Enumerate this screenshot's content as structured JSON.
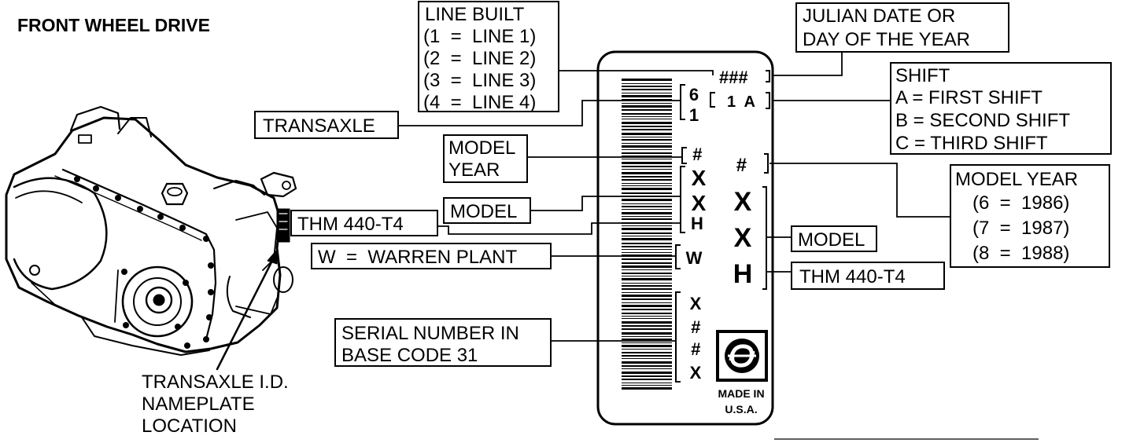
{
  "heading": "FRONT WHEEL DRIVE",
  "callouts": {
    "line_built": {
      "title": "LINE BUILT",
      "lines": [
        "(1  =  LINE 1)",
        "(2  =  LINE 2)",
        "(3  =  LINE 3)",
        "(4  =  LINE 4)"
      ]
    },
    "julian_date": {
      "lines": [
        "JULIAN DATE OR",
        "DAY OF THE YEAR"
      ]
    },
    "shift": {
      "title": "SHIFT",
      "lines": [
        "A = FIRST SHIFT",
        "B = SECOND SHIFT",
        "C = THIRD SHIFT"
      ]
    },
    "transaxle": "TRANSAXLE",
    "model_year_left": {
      "lines": [
        "MODEL",
        "YEAR"
      ]
    },
    "model_left": "MODEL",
    "thm_left": "THM 440-T4",
    "warren_plant": "W  =  WARREN PLANT",
    "serial_number": {
      "lines": [
        "SERIAL NUMBER IN",
        "BASE CODE 31"
      ]
    },
    "model_year_right": {
      "title": "MODEL YEAR",
      "lines": [
        "(6  =  1986)",
        "(7  =  1987)",
        "(8  =  1988)"
      ]
    },
    "model_right": "MODEL",
    "thm_right": "THM 440-T4",
    "nameplate_location": {
      "lines": [
        "TRANSAXLE I.D.",
        "NAMEPLATE",
        "LOCATION"
      ]
    }
  },
  "nameplate": {
    "julian": "###",
    "transaxle_digits": [
      "6",
      "1"
    ],
    "line_shift": "1  A",
    "model_year_small": "#",
    "model_year_large": "#",
    "model_small": [
      "X",
      "X"
    ],
    "thm_small": "H",
    "model_large": [
      "X",
      "X"
    ],
    "thm_large": "H",
    "plant": "W",
    "serial": [
      "X",
      "#",
      "#",
      "X"
    ],
    "made_in": [
      "MADE IN",
      "U.S.A."
    ]
  }
}
